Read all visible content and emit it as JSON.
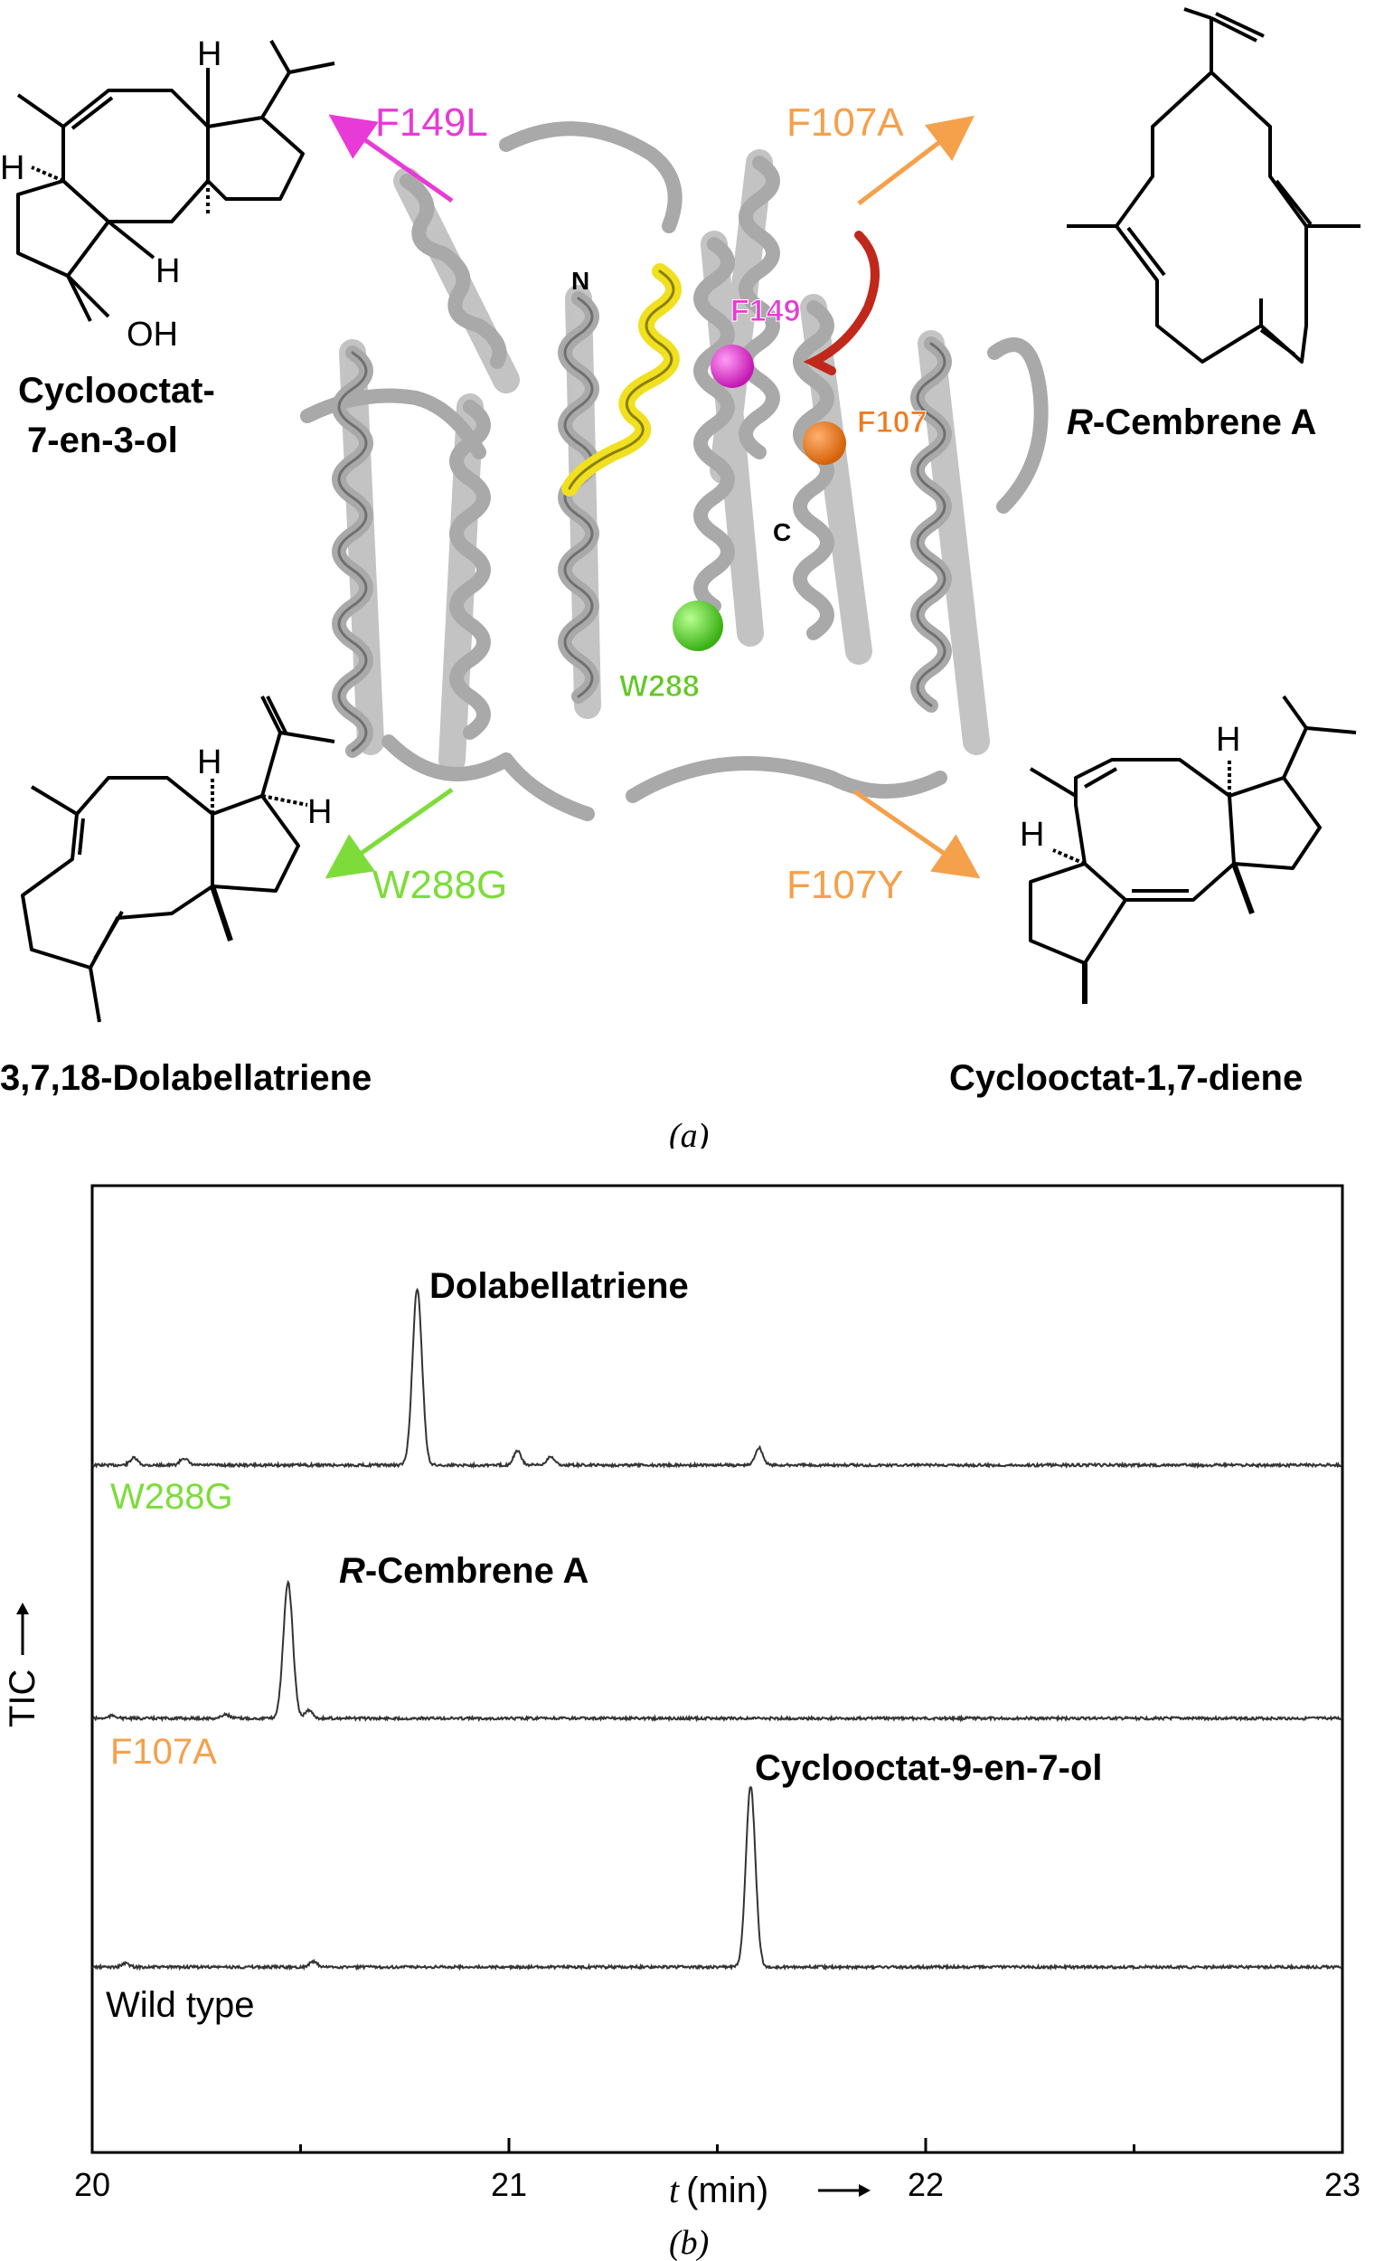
{
  "panel_a": {
    "caption": "(a)",
    "protein_labels": {
      "n_terminus": "N",
      "c_terminus": "C",
      "f149": "F149",
      "f107": "F107",
      "w288": "W288"
    },
    "mutations": {
      "top_left": "F149L",
      "top_right": "F107A",
      "bottom_left": "W288G",
      "bottom_right": "F107Y"
    },
    "compounds": {
      "top_left_line1": "Cyclooctat-",
      "top_left_line2": "7-en-3-ol",
      "top_right_prefix": "R",
      "top_right_rest": "-Cembrene A",
      "bottom_left": "3,7,18-Dolabellatriene",
      "bottom_right": "Cyclooctat-1,7-diene"
    },
    "atoms": {
      "H": "H",
      "OH": "OH"
    },
    "colors": {
      "magenta": "#e83ad6",
      "orange": "#f5a04b",
      "green": "#7ddc3a",
      "yellow": "#f0e020",
      "red": "#c0281c",
      "ribbon": "#a9a9a9"
    }
  },
  "panel_b": {
    "caption": "(b)",
    "chart_data": {
      "type": "line",
      "xlabel_var": "t",
      "xlabel_unit": "(min)",
      "ylabel": "TIC",
      "xlim": [
        20,
        23
      ],
      "x_ticks": [
        "20",
        "21",
        "22",
        "23"
      ],
      "series": [
        {
          "name": "W288G",
          "color": "#7ddc3a",
          "peak_label": "Dolabellatriene",
          "peaks": [
            {
              "x": 20.1,
              "rel": 0.04
            },
            {
              "x": 20.22,
              "rel": 0.04
            },
            {
              "x": 20.78,
              "rel": 1.0
            },
            {
              "x": 21.02,
              "rel": 0.08
            },
            {
              "x": 21.1,
              "rel": 0.05
            },
            {
              "x": 21.6,
              "rel": 0.1
            }
          ]
        },
        {
          "name": "F107A",
          "color": "#f5a04b",
          "peak_label_prefix": "R",
          "peak_label": "-Cembrene A",
          "peaks": [
            {
              "x": 20.05,
              "rel": 0.02
            },
            {
              "x": 20.32,
              "rel": 0.03
            },
            {
              "x": 20.47,
              "rel": 1.0
            },
            {
              "x": 20.52,
              "rel": 0.06
            }
          ]
        },
        {
          "name": "Wild type",
          "color": "#000000",
          "peak_label": "Cyclooctat-9-en-7-ol",
          "peaks": [
            {
              "x": 20.08,
              "rel": 0.02
            },
            {
              "x": 20.53,
              "rel": 0.03
            },
            {
              "x": 21.58,
              "rel": 1.0
            }
          ]
        }
      ]
    }
  }
}
